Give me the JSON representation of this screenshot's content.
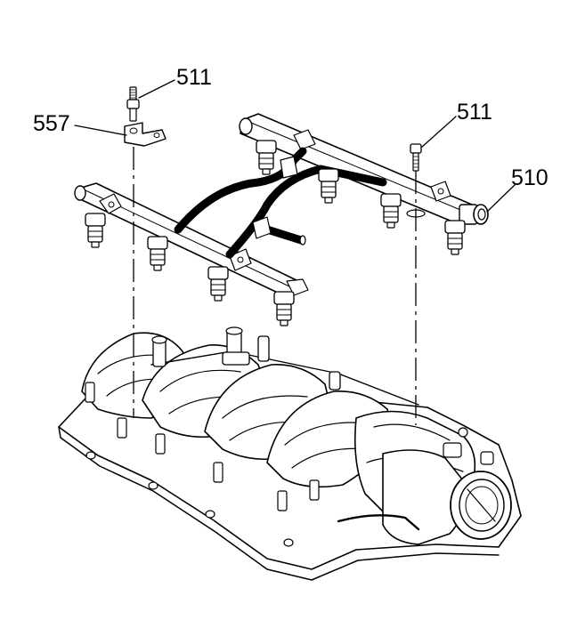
{
  "callouts": [
    {
      "id": "511",
      "label": "511"
    },
    {
      "id": "557",
      "label": "557"
    },
    {
      "id": "511b",
      "label": "511"
    },
    {
      "id": "510",
      "label": "510"
    }
  ],
  "colors": {
    "ink": "#000000",
    "paper": "#ffffff",
    "shade": "#d9d9d9"
  }
}
